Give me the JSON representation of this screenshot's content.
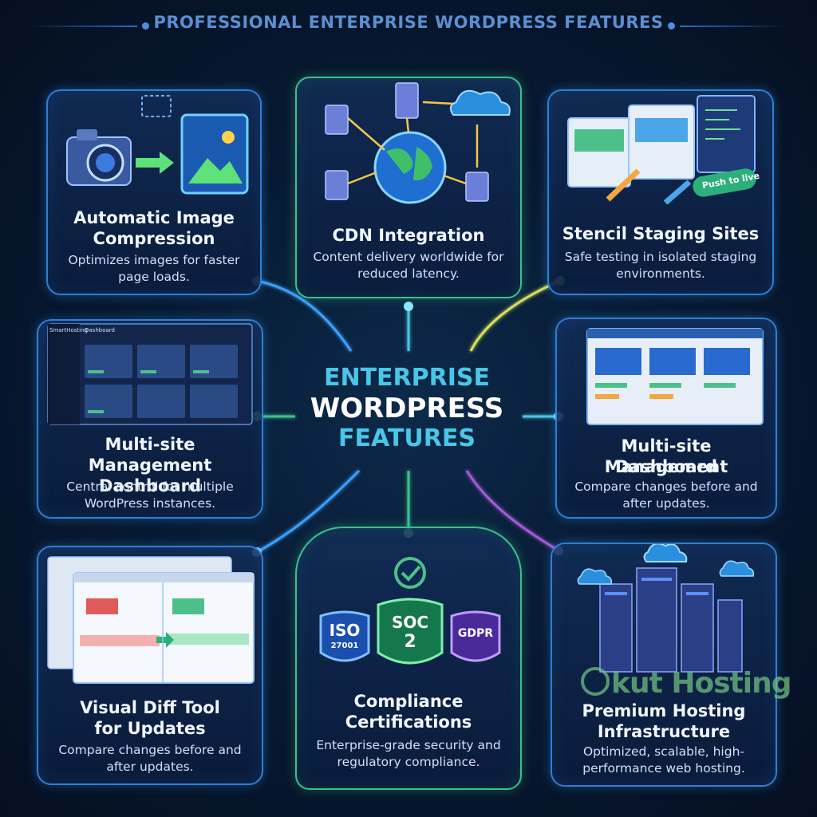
{
  "header": {
    "title": "PROFESSIONAL ENTERPRISE WORDPRESS FEATURES"
  },
  "center": {
    "line1": "ENTERPRISE",
    "line2": "WORDPRESS",
    "line3": "FEATURES"
  },
  "cards": [
    {
      "title": "Automatic Image Compression",
      "desc": "Optimizes images for faster page loads."
    },
    {
      "title": "CDN Integration",
      "desc": "Content delivery worldwide for reduced latency."
    },
    {
      "title": "Stencil Staging Sites",
      "desc": "Safe testing in isolated staging environments.",
      "badge": "Push to live"
    },
    {
      "title_1": "Multi-site",
      "title_2": "Management Dashboard",
      "desc": "Central control for multiple WordPress instances.",
      "mock_label": "Dashboard",
      "mock_brand": "SmartHosting"
    },
    {
      "title_1": "Multi-site Management",
      "title_2": "Dashboard",
      "desc": "Compare changes before and after updates."
    },
    {
      "title_1": "Visual Diff Tool",
      "title_2": "for Updates",
      "desc": "Compare changes before and after updates."
    },
    {
      "title_1": "Compliance",
      "title_2": "Certifications",
      "desc": "Enterprise-grade security and regulatory compliance.",
      "badges": [
        "ISO",
        "27001",
        "SOC",
        "2",
        "GDPR"
      ]
    },
    {
      "title_1": "Premium Hosting",
      "title_2": "Infrastructure",
      "desc": "Optimized, scalable, high-performance web hosting."
    }
  ],
  "watermark": {
    "text": "kut Hosting"
  },
  "colors": {
    "accent_blue": "#2f7fd4",
    "accent_green": "#3cc08a",
    "accent_cyan": "#49c6e8",
    "accent_yellow": "#d8e05a",
    "accent_purple": "#a45ad8"
  }
}
